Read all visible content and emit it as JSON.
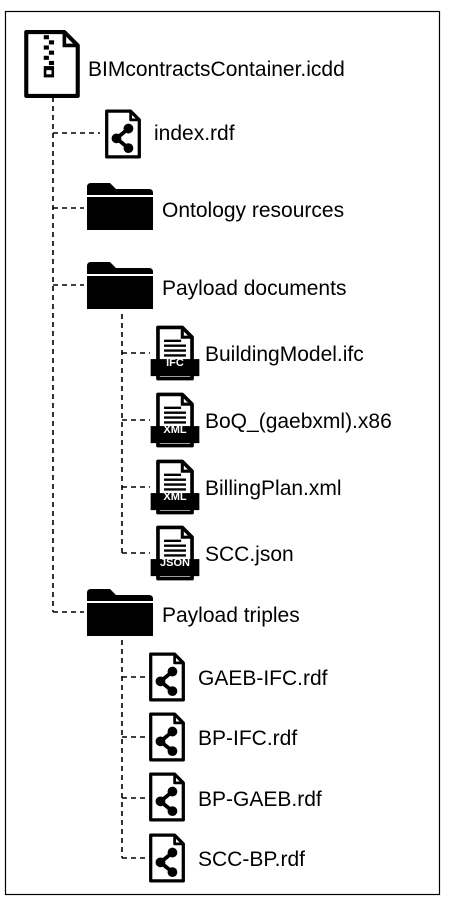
{
  "tree": {
    "root": {
      "label": "BIMcontractsContainer.icdd",
      "icon": "zip-file-icon"
    },
    "index": {
      "label": "index.rdf",
      "icon": "rdf-file-icon"
    },
    "ontology": {
      "label": "Ontology resources",
      "icon": "folder-icon"
    },
    "payload_documents": {
      "label": "Payload documents",
      "icon": "folder-icon",
      "children": [
        {
          "label": "BuildingModel.ifc",
          "badge": "IFC",
          "icon": "document-icon"
        },
        {
          "label": "BoQ_(gaebxml).x86",
          "badge": "XML",
          "icon": "document-icon"
        },
        {
          "label": "BillingPlan.xml",
          "badge": "XML",
          "icon": "document-icon"
        },
        {
          "label": "SCC.json",
          "badge": "JSON",
          "icon": "document-icon"
        }
      ]
    },
    "payload_triples": {
      "label": "Payload triples",
      "icon": "folder-icon",
      "children": [
        {
          "label": "GAEB-IFC.rdf",
          "icon": "rdf-file-icon"
        },
        {
          "label": "BP-IFC.rdf",
          "icon": "rdf-file-icon"
        },
        {
          "label": "BP-GAEB.rdf",
          "icon": "rdf-file-icon"
        },
        {
          "label": "SCC-BP.rdf",
          "icon": "rdf-file-icon"
        }
      ]
    }
  }
}
